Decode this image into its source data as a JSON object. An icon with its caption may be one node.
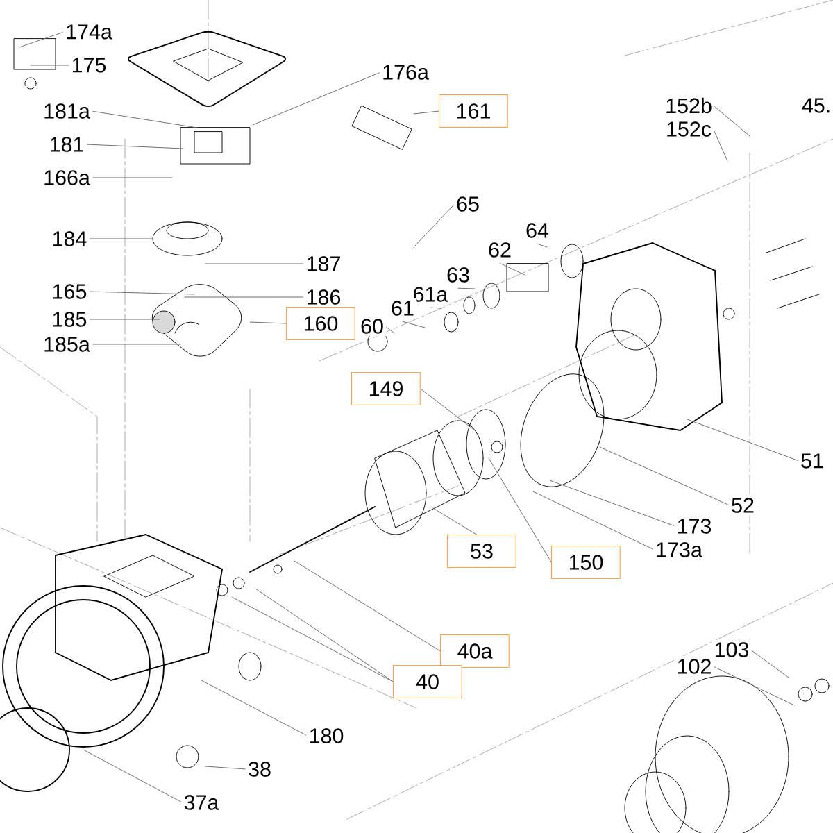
{
  "diagram": {
    "nodes": [
      {
        "text": [
          "174a"
        ]
      },
      {
        "text": [
          "175"
        ]
      },
      {
        "text": [
          "176a"
        ]
      },
      {
        "text": [
          "161"
        ]
      },
      {
        "text": [
          "152b"
        ]
      },
      {
        "text": [
          "152c"
        ]
      },
      {
        "text": [
          "181a"
        ]
      },
      {
        "text": [
          "181"
        ]
      },
      {
        "text": [
          "166a"
        ]
      },
      {
        "text": [
          "65"
        ]
      },
      {
        "text": [
          "64"
        ]
      },
      {
        "text": [
          "184"
        ]
      },
      {
        "text": [
          "62"
        ]
      },
      {
        "text": [
          "187"
        ]
      },
      {
        "text": [
          "63"
        ]
      },
      {
        "text": [
          "165"
        ]
      },
      {
        "text": [
          "61a"
        ]
      },
      {
        "text": [
          "186"
        ]
      },
      {
        "text": [
          "61"
        ]
      },
      {
        "text": [
          "185"
        ]
      },
      {
        "text": [
          "160"
        ]
      },
      {
        "text": [
          "60"
        ]
      },
      {
        "text": [
          "185a"
        ]
      },
      {
        "text": [
          "149"
        ]
      },
      {
        "text": [
          "51"
        ]
      },
      {
        "text": [
          "52"
        ]
      },
      {
        "text": [
          "173"
        ]
      },
      {
        "text": [
          "173a"
        ]
      },
      {
        "text": [
          "53"
        ]
      },
      {
        "text": [
          "150"
        ]
      },
      {
        "text": [
          "40a"
        ]
      },
      {
        "text": [
          "103"
        ]
      },
      {
        "text": [
          "102"
        ]
      },
      {
        "text": [
          "40"
        ]
      },
      {
        "text": [
          "180"
        ]
      },
      {
        "text": [
          "38"
        ]
      },
      {
        "text": [
          "37a"
        ]
      }
    ],
    "edges": [
      {
        "from": 0,
        "to": null,
        "arrow": "none"
      },
      {
        "from": 1,
        "to": null,
        "arrow": "none"
      },
      {
        "from": 2,
        "to": null,
        "arrow": "none"
      },
      {
        "from": 3,
        "to": null,
        "arrow": "none"
      },
      {
        "from": 4,
        "to": null,
        "arrow": "none"
      },
      {
        "from": 5,
        "to": null,
        "arrow": "none"
      },
      {
        "from": 6,
        "to": null,
        "arrow": "none"
      },
      {
        "from": 7,
        "to": null,
        "arrow": "none"
      },
      {
        "from": 8,
        "to": null,
        "arrow": "none"
      },
      {
        "from": 9,
        "to": null,
        "arrow": "none"
      },
      {
        "from": 10,
        "to": null,
        "arrow": "none"
      },
      {
        "from": 11,
        "to": null,
        "arrow": "none"
      },
      {
        "from": 12,
        "to": null,
        "arrow": "none"
      },
      {
        "from": 13,
        "to": null,
        "arrow": "none"
      },
      {
        "from": 14,
        "to": null,
        "arrow": "none"
      },
      {
        "from": 15,
        "to": null,
        "arrow": "none"
      },
      {
        "from": 16,
        "to": null,
        "arrow": "none"
      },
      {
        "from": 17,
        "to": null,
        "arrow": "none"
      },
      {
        "from": 18,
        "to": null,
        "arrow": "none"
      },
      {
        "from": 19,
        "to": null,
        "arrow": "none"
      },
      {
        "from": 20,
        "to": null,
        "arrow": "none"
      },
      {
        "from": 21,
        "to": null,
        "arrow": "none"
      },
      {
        "from": 22,
        "to": null,
        "arrow": "none"
      },
      {
        "from": 23,
        "to": null,
        "arrow": "none"
      },
      {
        "from": 24,
        "to": null,
        "arrow": "none"
      },
      {
        "from": 25,
        "to": null,
        "arrow": "none"
      },
      {
        "from": 26,
        "to": null,
        "arrow": "none"
      },
      {
        "from": 27,
        "to": null,
        "arrow": "none"
      },
      {
        "from": 28,
        "to": null,
        "arrow": "none"
      },
      {
        "from": 29,
        "to": null,
        "arrow": "none"
      },
      {
        "from": 30,
        "to": null,
        "arrow": "none"
      },
      {
        "from": 31,
        "to": null,
        "arrow": "none"
      },
      {
        "from": 32,
        "to": null,
        "arrow": "none"
      },
      {
        "from": 33,
        "to": null,
        "arrow": "none"
      },
      {
        "from": 33,
        "to": null,
        "arrow": "none"
      },
      {
        "from": 34,
        "to": null,
        "arrow": "none"
      },
      {
        "from": 35,
        "to": null,
        "arrow": "none"
      },
      {
        "from": 36,
        "to": null,
        "arrow": "none"
      }
    ],
    "labels": [
      "45."
    ]
  }
}
